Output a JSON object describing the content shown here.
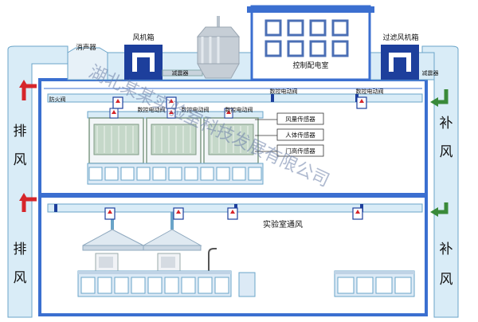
{
  "labels": {
    "silencer": "消声器",
    "fan_box": "风机箱",
    "damper": "减震器",
    "control_room": "控制配电室",
    "filter_fan_box": "过滤风机箱",
    "damper_right": "减震器",
    "nc_valve_top": "数控电动阀",
    "nc_valve_right": "数控电动阀",
    "fume_valve": "防火阀",
    "nc_valve_1": "数控电动阀",
    "nc_valve_2": "数控电动阀",
    "nc_valve_3": "数控电动阀",
    "air_sensor": "风量传感器",
    "human_sensor": "人体传感器",
    "door_sensor": "门高传感器",
    "exhaust_upper": [
      "排",
      "风"
    ],
    "exhaust_lower": [
      "排",
      "风"
    ],
    "supply_upper": [
      "补",
      "风"
    ],
    "supply_lower": [
      "补",
      "风"
    ],
    "main_caption": "实验室通风",
    "watermark": "湖北某某实验室科技发展有限公司"
  },
  "colors": {
    "frame_blue": "#3b6fd0",
    "duct_fill": "#d9ecf7",
    "duct_stroke": "#6aa4c8",
    "box_blue": "#1d3f9c",
    "control_window": "#4b6fb5",
    "arrow_red": "#d6262b",
    "arrow_green": "#3a8a3a",
    "hood_green": "#9ebfa3",
    "bench_blue": "#dceaf6",
    "tower_gray": "#c6ced6"
  }
}
